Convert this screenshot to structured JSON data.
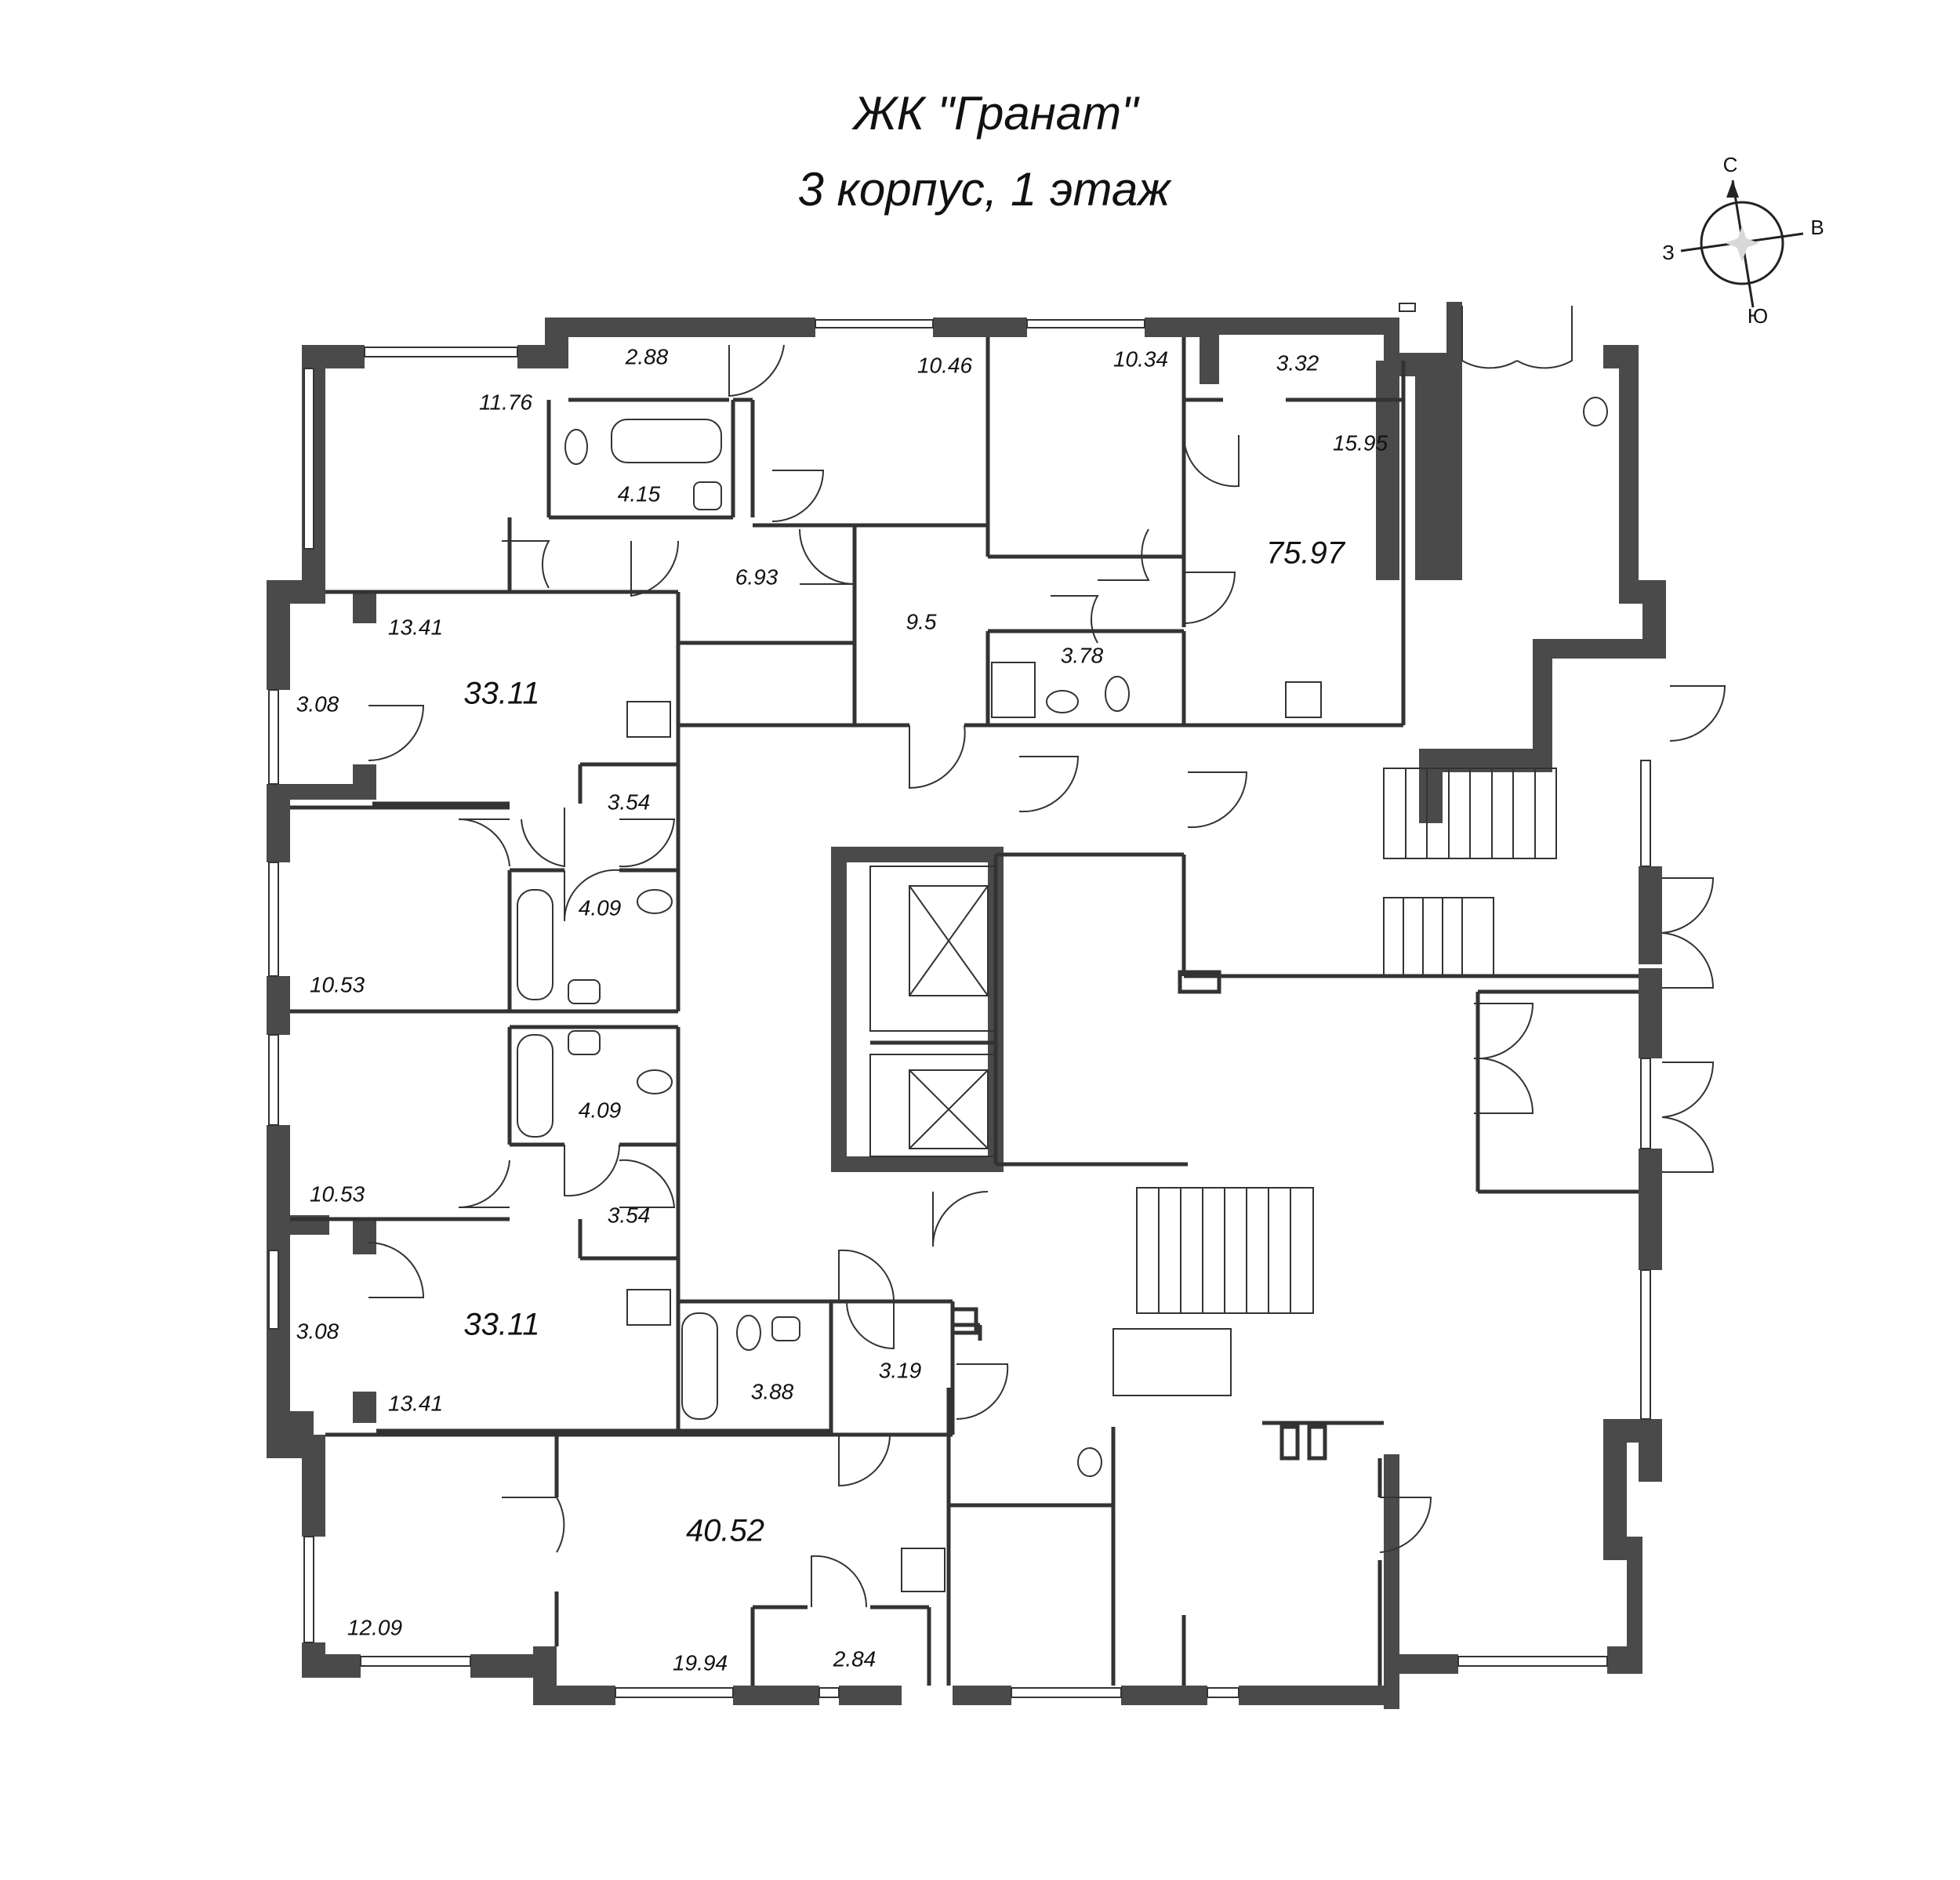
{
  "header": {
    "title": "ЖК \"Гранат\"",
    "subtitle": "3 корпус, 1 этаж"
  },
  "compass": {
    "north": "С",
    "east": "В",
    "west": "З",
    "south": "Ю"
  },
  "areas": {
    "a_2_88": "2.88",
    "a_10_46": "10.46",
    "a_10_34": "10.34",
    "a_3_32": "3.32",
    "a_11_76": "11.76",
    "a_4_15": "4.15",
    "a_15_95": "15.95",
    "a_75_97": "75.97",
    "a_6_93": "6.93",
    "a_13_41_top": "13.41",
    "a_9_5": "9.5",
    "a_3_78": "3.78",
    "a_33_11_top": "33.11",
    "a_3_08_top": "3.08",
    "a_3_54_top": "3.54",
    "a_4_09_top": "4.09",
    "a_10_53_top": "10.53",
    "a_4_09_bottom": "4.09",
    "a_10_53_bottom": "10.53",
    "a_3_54_bottom": "3.54",
    "a_33_11_bottom": "33.11",
    "a_3_08_bottom": "3.08",
    "a_3_88": "3.88",
    "a_3_19": "3.19",
    "a_13_41_bottom": "13.41",
    "a_40_52": "40.52",
    "a_12_09": "12.09",
    "a_19_94": "19.94",
    "a_2_84": "2.84"
  }
}
